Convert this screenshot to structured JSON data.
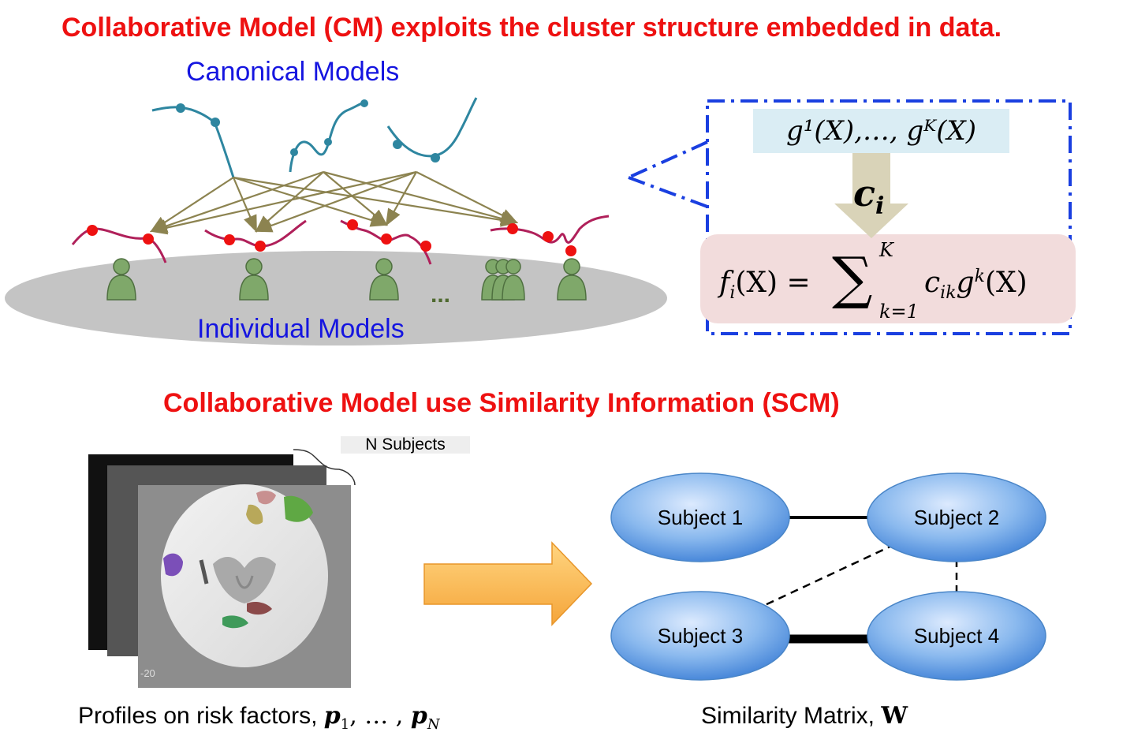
{
  "top_title": "Collaborative Model (CM) exploits the cluster structure embedded in data.",
  "canonical_label": "Canonical Models",
  "individual_label": "Individual Models",
  "ellipsis": "...",
  "formula_top": "g¹(X),…, gᴷ(X)",
  "coef_label": "c",
  "coef_sub": "i",
  "formula_bottom_lhs": "f",
  "formula_bottom_lhs_sub": "i",
  "formula_bottom_rest": "(X) = ",
  "sum_sup": "K",
  "sum_sub": "k=1",
  "sum_term": "c",
  "sum_term_sub": "ik",
  "sum_term_rest": "g",
  "sum_term_sup": "k",
  "sum_term_end": "(X)",
  "bottom_title": "Collaborative Model use Similarity Information (SCM)",
  "n_subjects": "N Subjects",
  "slice_label": "-20",
  "caption_left": "Profiles on risk factors, ",
  "caption_left_math": "p",
  "caption_left_sub1": "1",
  "caption_left_mid": ", … , ",
  "caption_left_sub2": "N",
  "caption_right": "Similarity Matrix, ",
  "caption_right_math": "W",
  "subjects": [
    "Subject 1",
    "Subject 2",
    "Subject 3",
    "Subject 4"
  ],
  "colors": {
    "title": "#ee1111",
    "label_blue": "#1515e0",
    "canonical_curve": "#2e86a0",
    "individual_curve": "#b0205a",
    "arrow": "#8c8350",
    "node_fill": "#6fa8e8",
    "dash_box": "#1a3fe0"
  }
}
